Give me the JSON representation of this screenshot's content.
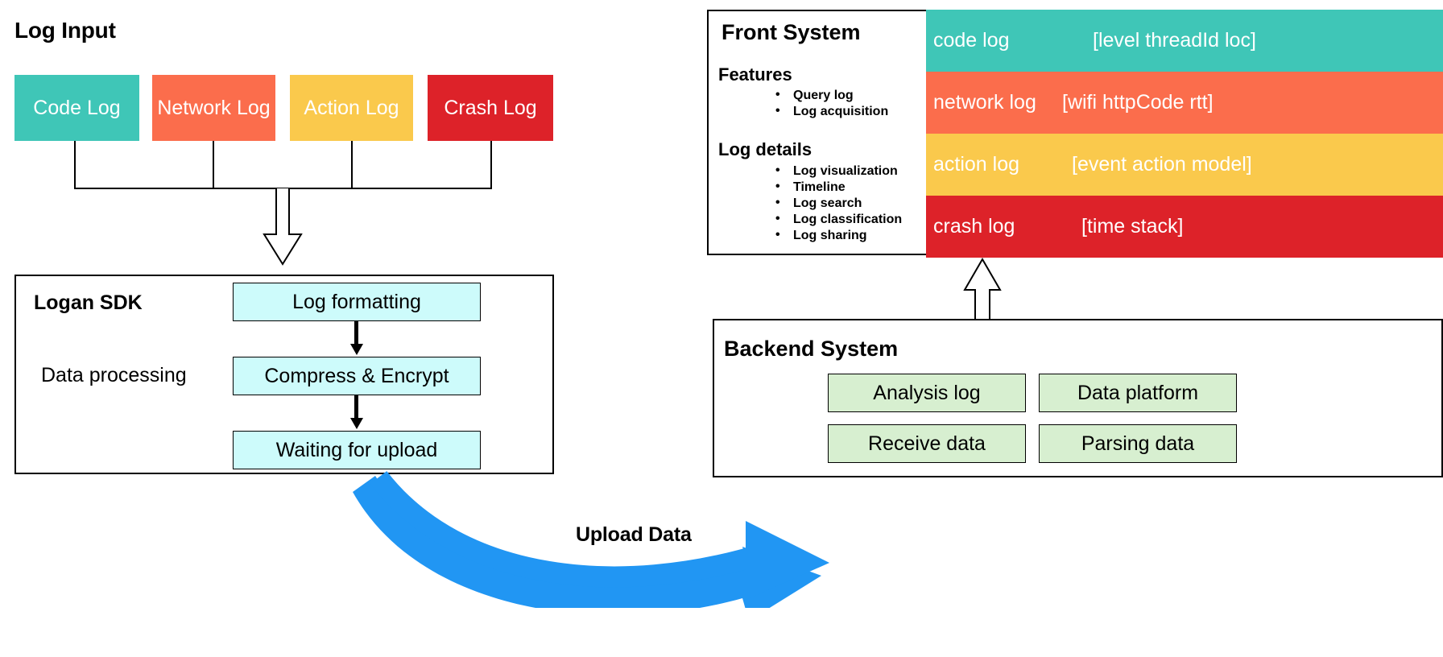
{
  "colors": {
    "teal": "#3fc6b7",
    "orange": "#fb6d4c",
    "yellow": "#fac94c",
    "red": "#dd2229",
    "cyan_box": "#cdfbfb",
    "green_box": "#d7efd0",
    "upload_blue": "#2196f3",
    "outline": "#000000"
  },
  "log_input": {
    "title": "Log Input",
    "sources": [
      {
        "label": "Code Log",
        "color": "#3fc6b7"
      },
      {
        "label": "Network Log",
        "color": "#fb6d4c"
      },
      {
        "label": "Action Log",
        "color": "#fac94c"
      },
      {
        "label": "Crash Log",
        "color": "#dd2229"
      }
    ]
  },
  "logan_sdk": {
    "title": "Logan SDK",
    "subtitle": "Data processing",
    "steps": [
      {
        "label": "Log formatting"
      },
      {
        "label": "Compress & Encrypt"
      },
      {
        "label": "Waiting for upload"
      }
    ]
  },
  "upload": {
    "label": "Upload Data"
  },
  "front_system": {
    "title": "Front System",
    "sections": [
      {
        "heading": "Features",
        "items": [
          "Query log",
          "Log acquisition"
        ]
      },
      {
        "heading": "Log details",
        "items": [
          "Log visualization",
          "Timeline",
          "Log search",
          "Log classification",
          "Log sharing"
        ]
      }
    ],
    "log_rows": [
      {
        "name": "code log",
        "tag": "[level threadId loc]",
        "color": "#3fc6b7"
      },
      {
        "name": "network log",
        "tag": "[wifi httpCode rtt]",
        "color": "#fb6d4c"
      },
      {
        "name": "action log",
        "tag": "[event action model]",
        "color": "#fac94c"
      },
      {
        "name": "crash log",
        "tag": "[time stack]",
        "color": "#dd2229"
      }
    ]
  },
  "backend_system": {
    "title": "Backend System",
    "boxes": [
      {
        "label": "Analysis log"
      },
      {
        "label": "Data platform"
      },
      {
        "label": "Receive data"
      },
      {
        "label": "Parsing data"
      }
    ]
  }
}
